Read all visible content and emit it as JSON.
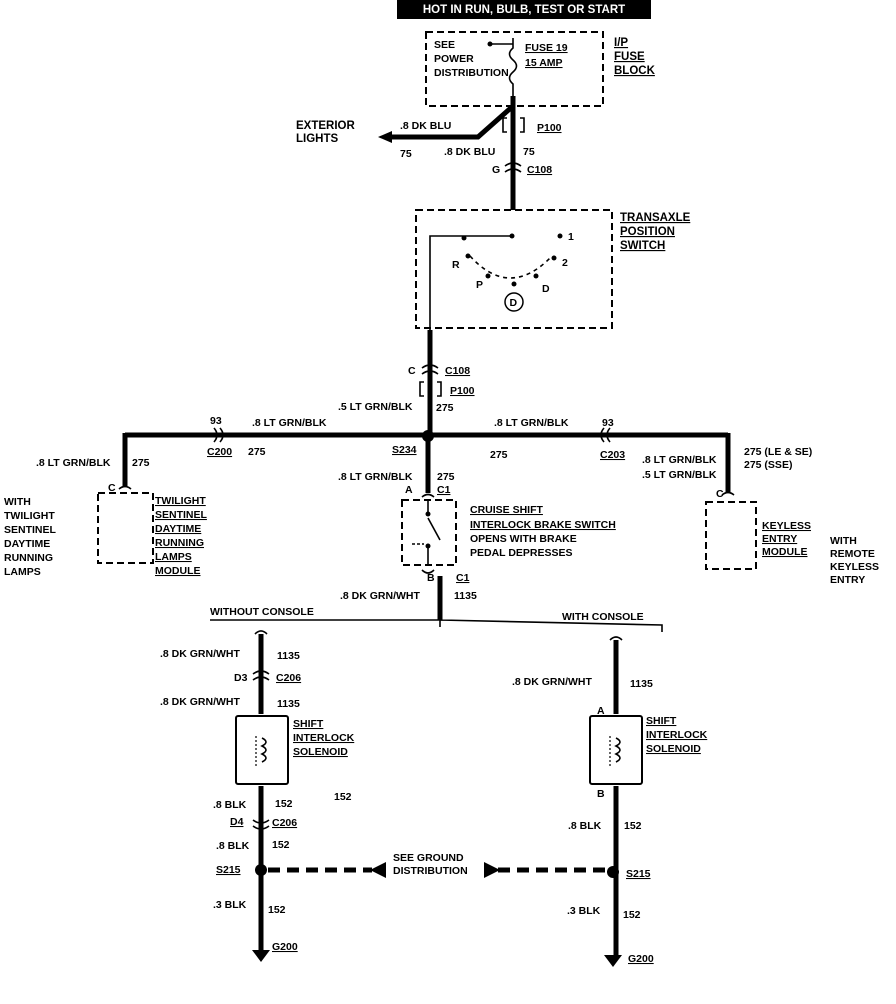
{
  "header": "HOT IN RUN, BULB, TEST OR START",
  "fuse_block": {
    "see_power": [
      "SEE",
      "POWER",
      "DISTRIBUTION"
    ],
    "fuse_name": "FUSE 19",
    "fuse_amp": "15 AMP",
    "title": [
      "I/P",
      "FUSE",
      "BLOCK"
    ]
  },
  "exterior_lights": {
    "label": [
      "EXTERIOR",
      "LIGHTS"
    ],
    "wire": ".8 DK BLU",
    "circuit": "75"
  },
  "upper_labels": {
    "p100": "P100",
    "wire_75": ".8 DK BLU",
    "circuit_75": "75",
    "g_pin": "G",
    "c108": "C108"
  },
  "transaxle": {
    "title": [
      "TRANSAXLE",
      "POSITION",
      "SWITCH"
    ],
    "positions": {
      "r": "R",
      "p": "P",
      "d_circle": "D",
      "d": "D",
      "two": "2",
      "one": "1"
    }
  },
  "mid_connector": {
    "c_pin": "C",
    "c108": "C108",
    "p100": "P100",
    "wire": ".5 LT GRN/BLK",
    "circuit": "275"
  },
  "left_branch": {
    "circuit_93": "93",
    "wire": ".8 LT GRN/BLK",
    "c200": "C200",
    "circuit": "275",
    "drop_wire": ".8 LT GRN/BLK",
    "drop_circuit": "275",
    "pin": "C",
    "with_text": [
      "WITH",
      "TWILIGHT",
      "SENTINEL",
      "DAYTIME",
      "RUNNING",
      "LAMPS"
    ],
    "module": [
      "TWILIGHT",
      "SENTINEL",
      "DAYTIME",
      "RUNNING",
      "LAMPS",
      "MODULE"
    ]
  },
  "splice_s234": "S234",
  "right_branch": {
    "wire": ".8 LT GRN/BLK",
    "circuit": "275",
    "circuit_93": "93",
    "c203": "C203",
    "wire_le": ".8 LT GRN/BLK",
    "wire_sse": ".5 LT GRN/BLK",
    "circ_le": "275 (LE & SE)",
    "circ_sse": "275 (SSE)",
    "pin": "C",
    "module": [
      "KEYLESS",
      "ENTRY",
      "MODULE"
    ],
    "with_text": [
      "WITH",
      "REMOTE",
      "KEYLESS",
      "ENTRY"
    ]
  },
  "brake_switch": {
    "in_wire": ".8 LT GRN/BLK",
    "in_circuit": "275",
    "pin_a": "A",
    "c1_top": "C1",
    "title": [
      "CRUISE SHIFT",
      "INTERLOCK BRAKE SWITCH"
    ],
    "desc": [
      "OPENS WITH BRAKE",
      "PEDAL DEPRESSES"
    ],
    "pin_b": "B",
    "c1_bottom": "C1",
    "out_wire": ".8 DK GRN/WHT",
    "out_circuit": "1135"
  },
  "options": {
    "without": "WITHOUT CONSOLE",
    "with": "WITH CONSOLE"
  },
  "left_solenoid": {
    "wire_top1": ".8 DK GRN/WHT",
    "circ_top1": "1135",
    "d3": "D3",
    "c206_top": "C206",
    "wire_top2": ".8 DK GRN/WHT",
    "circ_top2": "1135",
    "title": [
      "SHIFT",
      "INTERLOCK",
      "SOLENOID"
    ],
    "wire_b1": ".8 BLK",
    "circ_b1": "152",
    "circ_side": "152",
    "d4": "D4",
    "c206_bottom": "C206",
    "wire_b2": ".8 BLK",
    "circ_b2": "152",
    "s215": "S215",
    "wire_b3": ".3 BLK",
    "circ_b3": "152",
    "g200": "G200"
  },
  "right_solenoid": {
    "wire_top": ".8 DK GRN/WHT",
    "circ_top": "1135",
    "pin_a": "A",
    "title": [
      "SHIFT",
      "INTERLOCK",
      "SOLENOID"
    ],
    "pin_b": "B",
    "wire_b1": ".8 BLK",
    "circ_b1": "152",
    "s215": "S215",
    "wire_b2": ".3 BLK",
    "circ_b2": "152",
    "g200": "G200"
  },
  "ground_dist": [
    "SEE GROUND",
    "DISTRIBUTION"
  ]
}
